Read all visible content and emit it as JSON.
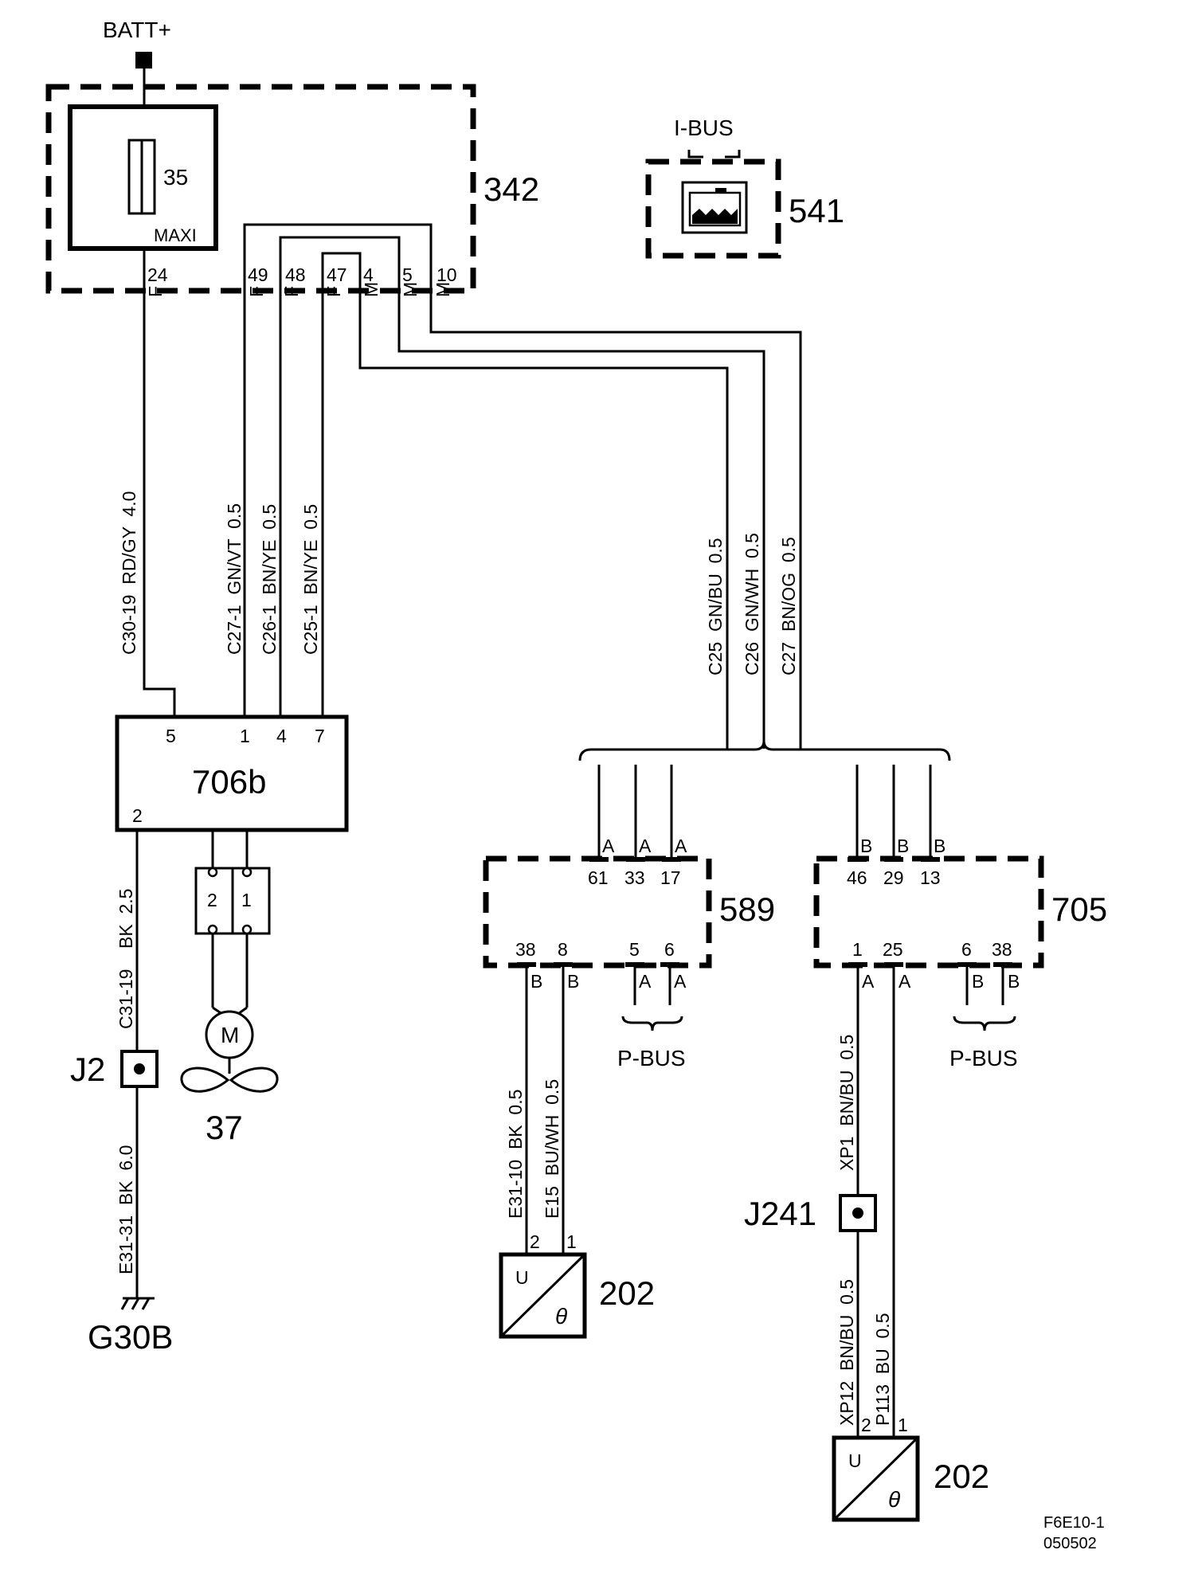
{
  "batt": "BATT+",
  "fuse_box": {
    "id": "342",
    "fuse_no": "35",
    "fuse_type": "MAXI",
    "pins": [
      "24",
      "49",
      "48",
      "47",
      "4",
      "5",
      "10"
    ],
    "pin_types": [
      "F",
      "F",
      "F",
      "F",
      "M",
      "M",
      "M"
    ]
  },
  "ibus": {
    "label": "I-BUS",
    "id": "541"
  },
  "wires_left": [
    "C30-19  RD/GY  4.0",
    "C27-1  GN/VT  0.5",
    "C26-1  BN/YE  0.5",
    "C25-1  BN/YE  0.5"
  ],
  "wires_right": [
    "C25  GN/BU  0.5",
    "C26  GN/WH  0.5",
    "C27  BN/OG  0.5"
  ],
  "fan_module": {
    "id": "706b",
    "pins_top": [
      "5",
      "1",
      "4",
      "7"
    ],
    "pin_bottom": "2"
  },
  "fan_connector": {
    "pins": [
      "2",
      "1"
    ]
  },
  "motor": {
    "symbol": "M",
    "id": "37"
  },
  "ground_left": {
    "wire1": "C31-19    BK  2.5",
    "junction": "J2",
    "wire2": "E31-31  BK  6.0",
    "ground": "G30B"
  },
  "module_589": {
    "id": "589",
    "pins_top": [
      "61",
      "33",
      "17"
    ],
    "conn_top": [
      "A",
      "A",
      "A"
    ],
    "pins_bottom": [
      "38",
      "8",
      "5",
      "6"
    ],
    "conn_bottom": [
      "B",
      "B",
      "A",
      "A"
    ],
    "pbus": "P-BUS",
    "wires": [
      "E31-10  BK  0.5",
      "E15  BU/WH  0.5"
    ]
  },
  "module_705": {
    "id": "705",
    "pins_top": [
      "46",
      "29",
      "13"
    ],
    "conn_top": [
      "B",
      "B",
      "B"
    ],
    "pins_bottom": [
      "1",
      "25",
      "6",
      "38"
    ],
    "conn_bottom": [
      "A",
      "A",
      "B",
      "B"
    ],
    "pbus": "P-BUS",
    "wire_upper": "XP1  BN/BU  0.5",
    "junction": "J241",
    "wires_lower": [
      "XP12  BN/BU  0.5",
      "P113  BU  0.5"
    ]
  },
  "sensor_a": {
    "id": "202",
    "u": "U",
    "theta": "θ",
    "pins": [
      "2",
      "1"
    ]
  },
  "sensor_b": {
    "id": "202",
    "u": "U",
    "theta": "θ",
    "pins": [
      "2",
      "1"
    ]
  },
  "footer": {
    "code": "F6E10-1",
    "date": "050502"
  }
}
